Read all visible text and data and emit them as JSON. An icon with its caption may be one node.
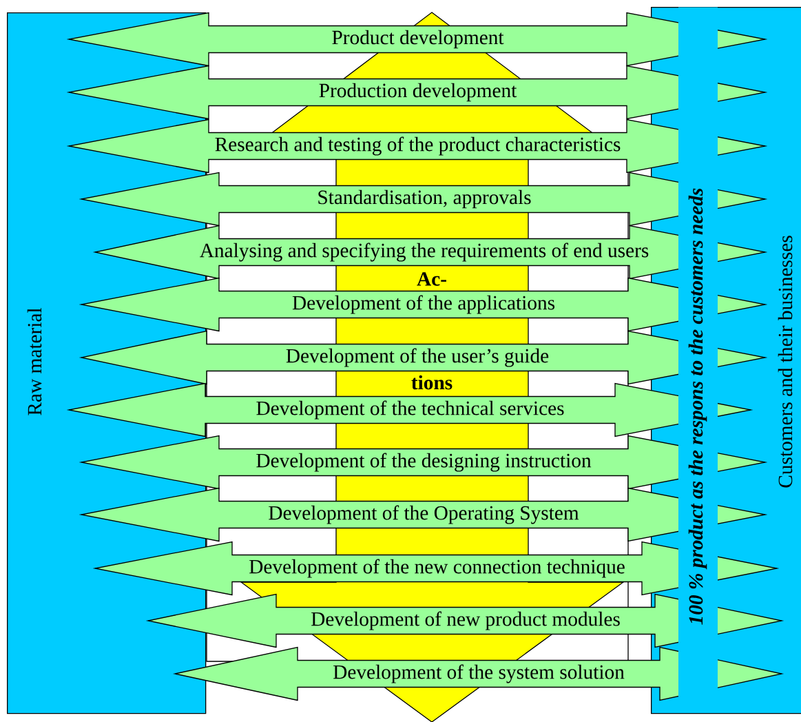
{
  "diagram": {
    "nodes": [
      {
        "text": [
          "Raw material"
        ]
      },
      {
        "text": [
          "Customers and their businesses"
        ]
      },
      {
        "text": [
          "100 % product as the respons to the customers needs"
        ],
        "in": 1
      },
      {
        "text": [
          "Ac-",
          "tions"
        ]
      }
    ],
    "edges": [
      {
        "from": 0,
        "to": 1,
        "arrow": "both",
        "label": "Product development"
      },
      {
        "from": 0,
        "to": 1,
        "arrow": "both",
        "label": "Production development"
      },
      {
        "from": 0,
        "to": 1,
        "arrow": "both",
        "label": "Research and testing of the product characteristics"
      },
      {
        "from": 0,
        "to": 1,
        "arrow": "both",
        "label": "Standardisation, approvals"
      },
      {
        "from": 0,
        "to": 1,
        "arrow": "both",
        "label": "Analysing and specifying the requirements of end users"
      },
      {
        "from": 0,
        "to": 1,
        "arrow": "both",
        "label": "Development of the applications"
      },
      {
        "from": 0,
        "to": 1,
        "arrow": "both",
        "label": "Development of the user’s guide"
      },
      {
        "from": 0,
        "to": 1,
        "arrow": "both",
        "label": "Development of the technical services"
      },
      {
        "from": 0,
        "to": 1,
        "arrow": "both",
        "label": "Development of the designing instruction"
      },
      {
        "from": 0,
        "to": 1,
        "arrow": "both",
        "label": "Development of the Operating System"
      },
      {
        "from": 0,
        "to": 1,
        "arrow": "both",
        "label": "Development of the new connection technique"
      },
      {
        "from": 0,
        "to": 1,
        "arrow": "both",
        "label": "Development of new product modules"
      },
      {
        "from": 0,
        "to": 1,
        "arrow": "both",
        "label": "Development of the system solution"
      }
    ]
  }
}
